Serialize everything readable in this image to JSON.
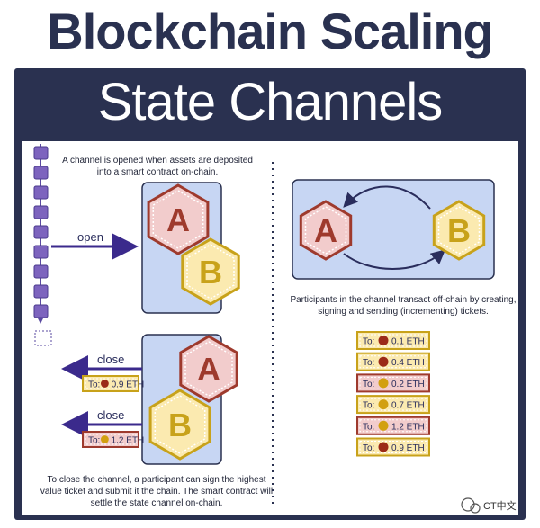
{
  "title": "Blockchain Scaling",
  "subtitle": "State Channels",
  "captions": {
    "open_text": "A channel is opened when assets are deposited into a smart contract on-chain.",
    "transact_text": "Participants in the channel transact off-chain by creating, signing and sending (incrementing) tickets.",
    "close_text": "To close the channel, a participant can sign the highest value ticket and submit it the chain. The smart contract will settle the state channel on-chain."
  },
  "labels": {
    "open": "open",
    "close": "close",
    "participant_a": "A",
    "participant_b": "B",
    "ticket_prefix": "To:"
  },
  "tickets": [
    {
      "party": "A",
      "amount": "0.1 ETH"
    },
    {
      "party": "A",
      "amount": "0.4 ETH"
    },
    {
      "party": "B",
      "amount": "0.2 ETH"
    },
    {
      "party": "B",
      "amount": "0.7 ETH"
    },
    {
      "party": "B",
      "amount": "1.2 ETH"
    },
    {
      "party": "A",
      "amount": "0.9 ETH"
    }
  ],
  "close_tickets": [
    {
      "party": "A",
      "amount": "0.9 ETH"
    },
    {
      "party": "B",
      "amount": "1.2 ETH"
    }
  ],
  "watermark": "CT中文",
  "colors": {
    "navy": "#2a3150",
    "panel_blue": "#c7d6f3",
    "purple": "#7d64be",
    "a_fill": "#f2cccc",
    "a_edge": "#9e3a2d",
    "b_fill": "#fbeab0",
    "b_edge": "#c8a21a",
    "dot_a": "#9b2a18",
    "dot_b": "#d2a010"
  }
}
